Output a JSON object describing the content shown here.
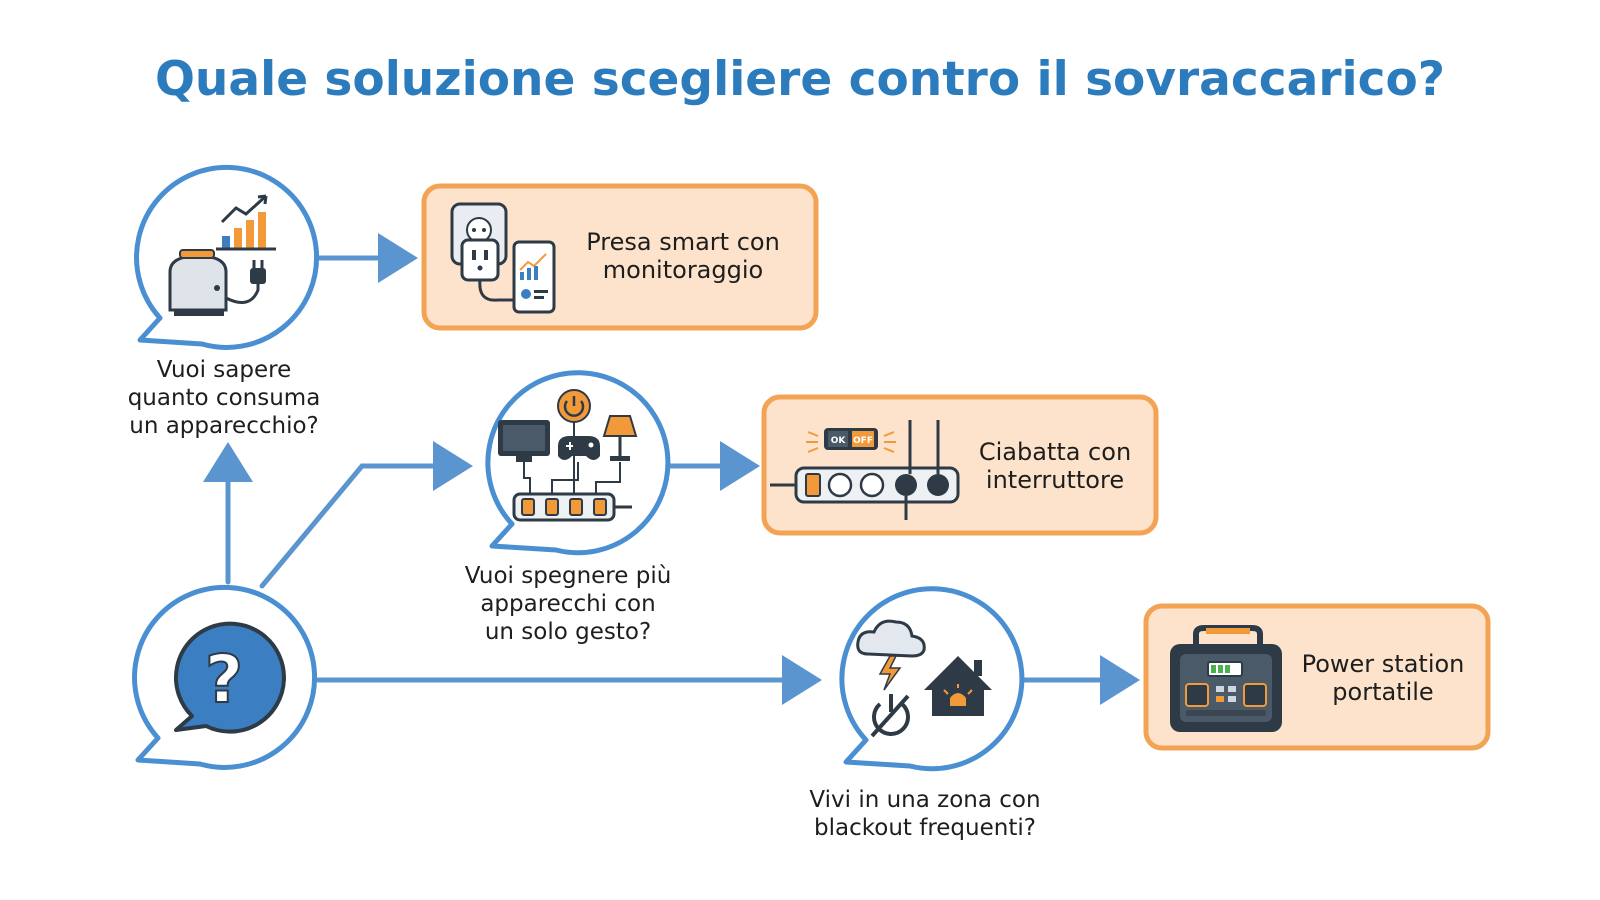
{
  "title": "Quale soluzione scegliere contro il sovraccarico?",
  "colors": {
    "title": "#2b7bbd",
    "connector": "#5b95cf",
    "bubble_stroke": "#4a8fd1",
    "box_fill": "#fde3cb",
    "box_stroke": "#f3a354",
    "icon_dark": "#2e3a46",
    "icon_orange": "#f29a3a",
    "icon_blue": "#3b7ec2"
  },
  "start": {
    "icon": "question-mark-icon"
  },
  "questions": [
    {
      "id": "consumption",
      "label": "Vuoi sapere\nquanto consuma\nun apparecchio?",
      "icon": "toaster-plug-chart-icon"
    },
    {
      "id": "multi-off",
      "label": "Vuoi spegnere più\napparecchi con\nun solo gesto?",
      "icon": "devices-power-strip-icon"
    },
    {
      "id": "blackout",
      "label": "Vivi in una zona con\nblackout frequenti?",
      "icon": "storm-house-power-off-icon"
    }
  ],
  "solutions": [
    {
      "id": "smart-plug",
      "label": "Presa smart con\nmonitoraggio",
      "icon": "smart-plug-phone-icon"
    },
    {
      "id": "power-strip",
      "label": "Ciabatta con\ninterruttore",
      "icon": "switch-power-strip-icon",
      "switch_text": [
        "OK",
        "OFF"
      ]
    },
    {
      "id": "power-station",
      "label": "Power station\nportatile",
      "icon": "portable-power-station-icon"
    }
  ]
}
